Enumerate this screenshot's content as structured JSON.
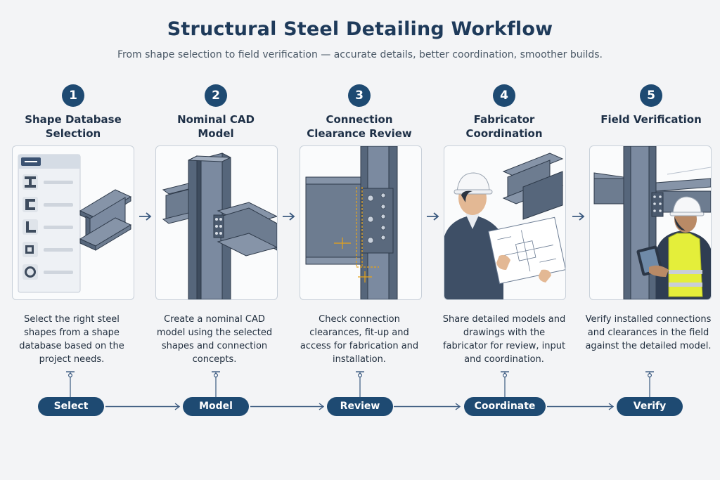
{
  "header": {
    "title": "Structural Steel Detailing Workflow",
    "subtitle": "From shape selection to field verification — accurate details, better coordination, smoother builds."
  },
  "steps": [
    {
      "number": "1",
      "title": "Shape Database Selection",
      "description": "Select the right steel shapes from a shape database based on the project needs.",
      "pill": "Select",
      "illustration": "shape-database-list-with-i-beam"
    },
    {
      "number": "2",
      "title": "Nominal CAD Model",
      "description": "Create a nominal CAD model using the selected shapes and connection concepts.",
      "pill": "Model",
      "illustration": "column-beam-cad-model"
    },
    {
      "number": "3",
      "title": "Connection Clearance Review",
      "description": "Check connection clearances, fit-up and access for fabrication and installation.",
      "pill": "Review",
      "illustration": "bolted-connection-clearance-markup"
    },
    {
      "number": "4",
      "title": "Fabricator Coordination",
      "description": "Share detailed models and drawings with the fabricator for review, input and coordination.",
      "pill": "Coordinate",
      "illustration": "fabricator-holding-drawing"
    },
    {
      "number": "5",
      "title": "Field Verification",
      "description": "Verify installed connections and clearances in the field against the detailed model.",
      "pill": "Verify",
      "illustration": "field-worker-with-tablet"
    }
  ],
  "colors": {
    "accent": "#1e4a72",
    "steel": "#6b7c93",
    "steel_dark": "#3e4c5e",
    "markup": "#e8a317",
    "vest": "#e4ee3a"
  }
}
